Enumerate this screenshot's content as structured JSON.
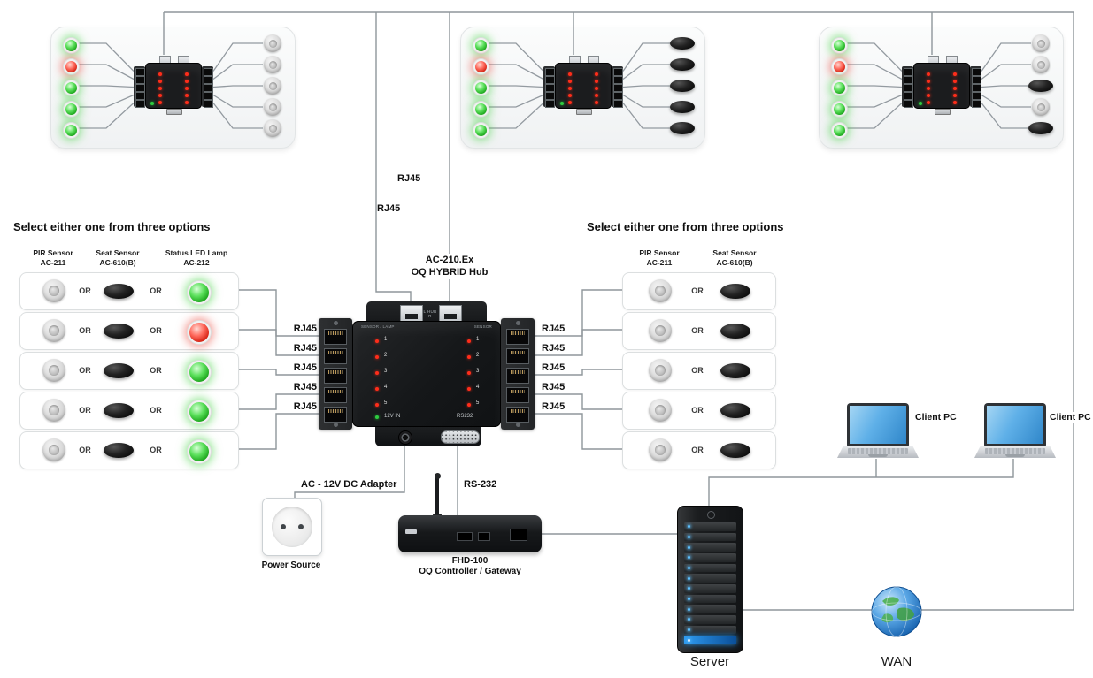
{
  "labels": {
    "or": "OR",
    "rj45": "RJ45"
  },
  "left_options": {
    "title": "Select either one from three options",
    "columns": [
      {
        "name": "PIR Sensor",
        "model": "AC-211"
      },
      {
        "name": "Seat Sensor",
        "model": "AC-610(B)"
      },
      {
        "name": "Status LED Lamp",
        "model": "AC-212"
      }
    ],
    "rows": [
      {
        "lamp": "green"
      },
      {
        "lamp": "red"
      },
      {
        "lamp": "green"
      },
      {
        "lamp": "green"
      },
      {
        "lamp": "green"
      }
    ]
  },
  "right_options": {
    "title": "Select either one from three options",
    "columns": [
      {
        "name": "PIR Sensor",
        "model": "AC-211"
      },
      {
        "name": "Seat Sensor",
        "model": "AC-610(B)"
      }
    ],
    "row_count": 5
  },
  "hub": {
    "title_line1": "AC-210.Ex",
    "title_line2": "OQ HYBRID Hub",
    "top_bar_text": "L HUB R",
    "strip_left": "SENSOR / LAMP",
    "strip_right": "SENSOR",
    "channels": [
      "1",
      "2",
      "3",
      "4",
      "5"
    ],
    "power_text": "12V IN",
    "serial_text": "RS232"
  },
  "connections": {
    "adapter_label": "AC - 12V DC Adapter",
    "rs232_label": "RS-232"
  },
  "devices": {
    "power_source_label": "Power Source",
    "gateway_name": "FHD-100",
    "gateway_desc": "OQ Controller / Gateway",
    "server_label": "Server",
    "wan_label": "WAN",
    "client_pc_label": "Client PC"
  },
  "top_panels": [
    {
      "leds": [
        "green",
        "red",
        "green",
        "green",
        "green"
      ],
      "sensors": [
        "dome",
        "dome",
        "dome",
        "dome",
        "dome"
      ]
    },
    {
      "leds": [
        "green",
        "red",
        "green",
        "green",
        "green"
      ],
      "sensors": [
        "seat",
        "seat",
        "seat",
        "seat",
        "seat"
      ]
    },
    {
      "leds": [
        "green",
        "red",
        "green",
        "green",
        "green"
      ],
      "sensors": [
        "dome",
        "dome",
        "seat",
        "dome",
        "seat"
      ]
    }
  ]
}
